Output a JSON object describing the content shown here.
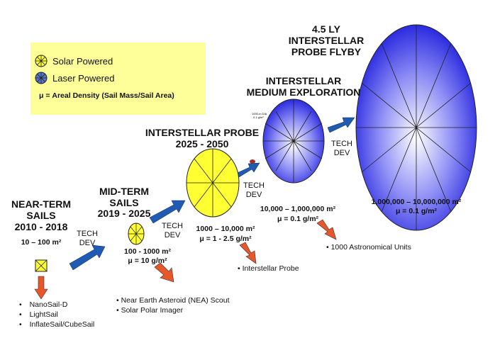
{
  "legend": {
    "solar": "Solar Powered",
    "laser": "Laser Powered",
    "density": "μ = Areal Density (Sail Mass/Sail Area)"
  },
  "tech_dev": [
    "TECH",
    "DEV"
  ],
  "stages": {
    "near": {
      "title": [
        "NEAR-TERM",
        "SAILS",
        "2010 - 2018"
      ],
      "area": "10 – 100 m²",
      "missions": [
        "NanoSail-D",
        "LightSail",
        "InflateSail/CubeSail"
      ]
    },
    "mid": {
      "title": [
        "MID-TERM",
        "SAILS",
        "2019 - 2025"
      ],
      "area": "100 - 1000 m²",
      "density": "μ = 10 g/m²",
      "missions": [
        "Near Earth Asteroid (NEA)  Scout",
        "Solar Polar Imager"
      ]
    },
    "probe": {
      "title": [
        "INTERSTELLAR PROBE",
        "2025 - 2050"
      ],
      "area": "1000 – 10,000 m²",
      "density": "μ = 1 - 2.5 g/m²",
      "missions": [
        "Interstellar Probe"
      ]
    },
    "medium": {
      "title": [
        "INTERSTELLAR",
        "MEDIUM EXPLORATION"
      ],
      "area": "10,000 – 1,000,000 m²",
      "density": "μ = 0.1 g/m²",
      "note": [
        "1000-m DIA",
        "0.1 g/m²"
      ],
      "missions": [
        "1000 Astronomical Units"
      ]
    },
    "flyby": {
      "title": [
        "4.5 LY",
        "INTERSTELLAR",
        "PROBE FLYBY"
      ],
      "area": "1,000,000 – 10,000,000 m²",
      "density": "μ = 0.1 g/m²"
    }
  },
  "colors": {
    "solar": "#ffff33",
    "laser": "#3333ee",
    "legend_bg": "#ffff99",
    "tech_arrow": "#1f5bb5",
    "mission_arrow": "#e8572a"
  }
}
